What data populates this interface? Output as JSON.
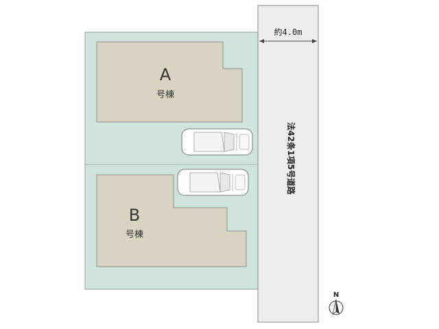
{
  "lots": [
    {
      "letter": "A",
      "suffix": "号棟"
    },
    {
      "letter": "B",
      "suffix": "号棟"
    }
  ],
  "road": {
    "label": "法42条1項5号道路",
    "width_label": "約4.0m"
  },
  "compass": {
    "label": "N"
  },
  "colors": {
    "site": "#cfe4dc",
    "building": "#d9d4c1",
    "road": "#ededed",
    "outline": "#9a9a9a"
  }
}
